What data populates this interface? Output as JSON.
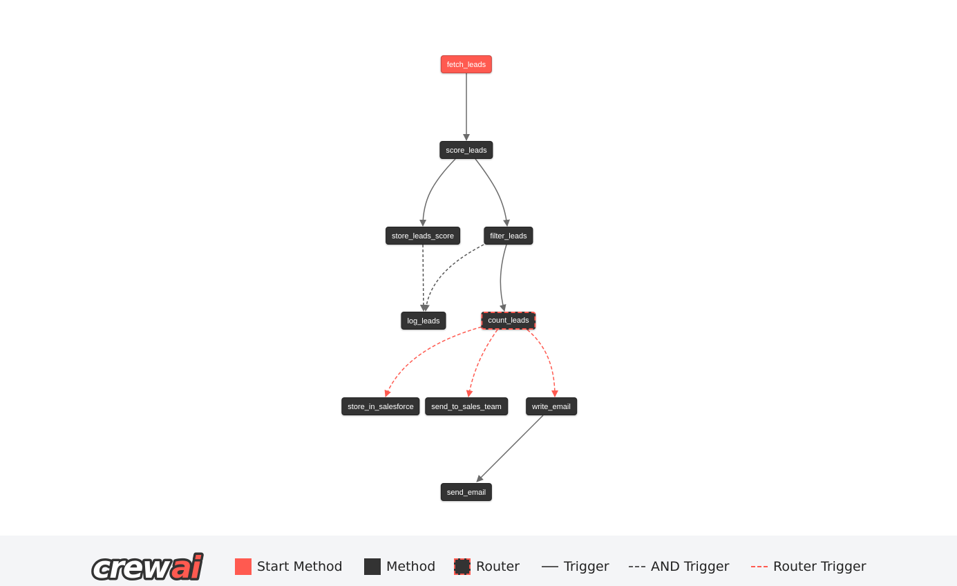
{
  "colors": {
    "start": "#ff5a50",
    "method": "#333333",
    "edge": "#6b6b6b",
    "router_edge": "#ff5a50"
  },
  "nodes": [
    {
      "id": "fetch_leads",
      "label": "fetch_leads",
      "type": "start"
    },
    {
      "id": "score_leads",
      "label": "score_leads",
      "type": "method"
    },
    {
      "id": "store_leads_score",
      "label": "store_leads_score",
      "type": "method"
    },
    {
      "id": "filter_leads",
      "label": "filter_leads",
      "type": "method"
    },
    {
      "id": "log_leads",
      "label": "log_leads",
      "type": "method"
    },
    {
      "id": "count_leads",
      "label": "count_leads",
      "type": "router"
    },
    {
      "id": "store_in_salesforce",
      "label": "store_in_salesforce",
      "type": "method"
    },
    {
      "id": "send_to_sales_team",
      "label": "send_to_sales_team",
      "type": "method"
    },
    {
      "id": "write_email",
      "label": "write_email",
      "type": "method"
    },
    {
      "id": "send_email",
      "label": "send_email",
      "type": "method"
    }
  ],
  "edges": [
    {
      "from": "fetch_leads",
      "to": "score_leads",
      "type": "trigger"
    },
    {
      "from": "score_leads",
      "to": "store_leads_score",
      "type": "trigger"
    },
    {
      "from": "score_leads",
      "to": "filter_leads",
      "type": "trigger"
    },
    {
      "from": "store_leads_score",
      "to": "log_leads",
      "type": "and"
    },
    {
      "from": "filter_leads",
      "to": "log_leads",
      "type": "and"
    },
    {
      "from": "filter_leads",
      "to": "count_leads",
      "type": "trigger"
    },
    {
      "from": "count_leads",
      "to": "store_in_salesforce",
      "type": "router"
    },
    {
      "from": "count_leads",
      "to": "send_to_sales_team",
      "type": "router"
    },
    {
      "from": "count_leads",
      "to": "write_email",
      "type": "router"
    },
    {
      "from": "write_email",
      "to": "send_email",
      "type": "trigger"
    }
  ],
  "legend": {
    "logo_text": "crewai",
    "start_method": "Start Method",
    "method": "Method",
    "router": "Router",
    "trigger": "Trigger",
    "and_trigger": "AND Trigger",
    "router_trigger": "Router Trigger"
  }
}
